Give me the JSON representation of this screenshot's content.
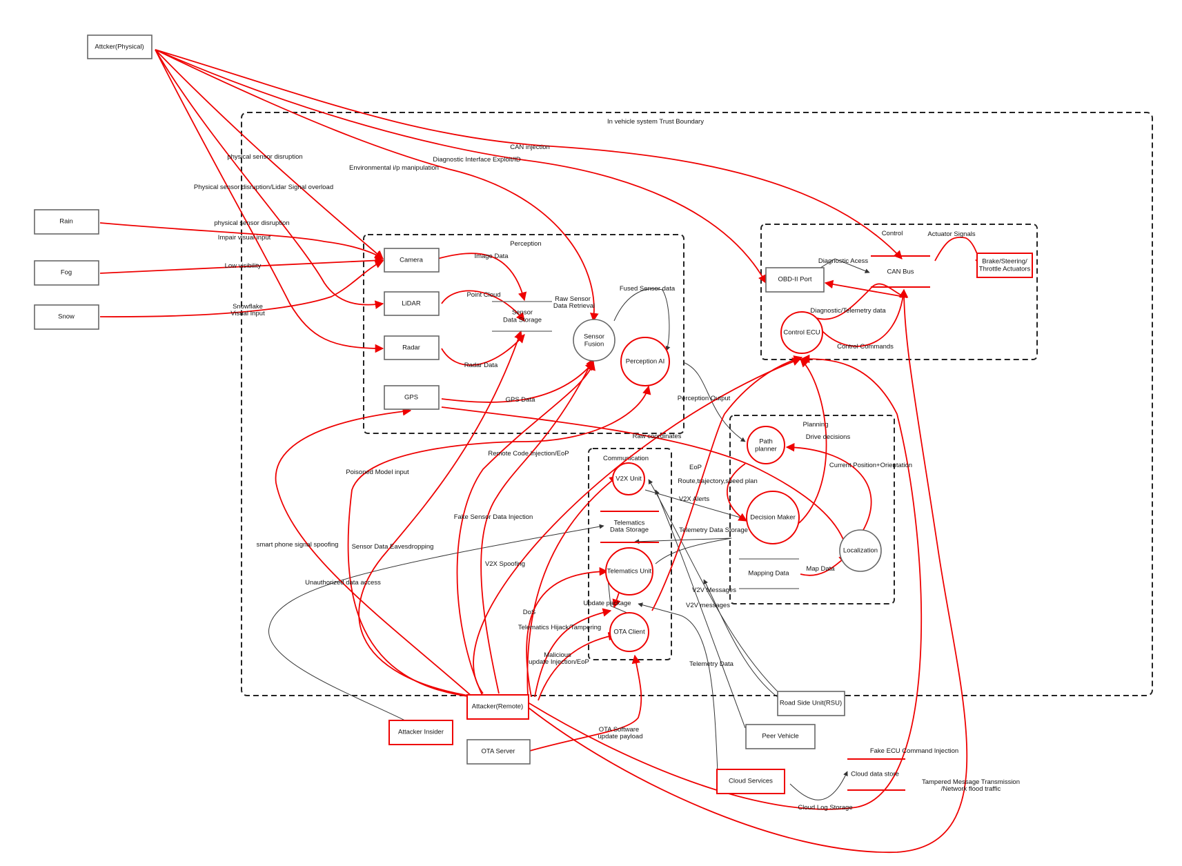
{
  "colors": {
    "threat": "#ee0000",
    "normal": "#333333",
    "boundary": "#222222",
    "node": "#666666"
  },
  "boundaries": {
    "vehicle": "In vehicle system Trust Boundary",
    "perception": "Perception",
    "control": "Control",
    "planning": "Planning",
    "communication": "Communication"
  },
  "nodes": {
    "attacker_physical": "Attcker(Physical)",
    "rain": "Rain",
    "fog": "Fog",
    "snow": "Snow",
    "camera": "Camera",
    "lidar": "LiDAR",
    "radar": "Radar",
    "gps": "GPS",
    "sensor_storage": [
      "Sensor",
      "Data Storage"
    ],
    "sensor_fusion": [
      "Sensor",
      "Fusion"
    ],
    "perception_ai": "Perception AI",
    "obd_port": "OBD-II Port",
    "can_bus": "CAN Bus",
    "control_ecu": "Control ECU",
    "actuators": [
      "Brake/Steering/",
      "Throttle Actuators"
    ],
    "path_planner": [
      "Path",
      "planner"
    ],
    "decision_maker": "Decision Maker",
    "localization": "Localization",
    "mapping_data": "Mapping Data",
    "v2x_unit": "V2X Unit",
    "telematics_storage": [
      "Telematics",
      "Data Storage"
    ],
    "telematics_unit": "Telematics Unit",
    "ota_client": "OTA Client",
    "attacker_remote": "Attacker(Remote)",
    "attacker_insider": "Attacker Insider",
    "ota_server": "OTA Server",
    "rsu": "Road Side Unit(RSU)",
    "peer_vehicle": "Peer Vehicle",
    "cloud_services": "Cloud Services",
    "cloud_store": "Cloud data store"
  },
  "edges": {
    "can_injection": "CAN injection",
    "diag_exploit": "Diagnostic Interface Exploit/ID",
    "env_manip": "Environmental i/p manipulation",
    "phys_disrupt1": "physical sensor disruption",
    "phys_lidar": "Physical sensor disruption/Lidar Signal overload",
    "phys_disrupt2": "physical sensor disruption",
    "impair": "Impair visual input",
    "low_vis": "Low visibility",
    "snowflake": [
      "Snowflake",
      "Visual Input"
    ],
    "image_data": "Image Data",
    "point_cloud": "Point Cloud",
    "radar_data": "Radar Data",
    "raw_retrieval": [
      "Raw Sensor",
      "Data Retrieval"
    ],
    "gps_data": "GPS Data",
    "fused": "Fused Sensor data",
    "perception_output": "Perception Output",
    "raw_coords": "Raw coordinates",
    "actuator_signals": "Actuator Signals",
    "diag_access": "Diagnostic Acess",
    "diag_telemetry": "Diagnostic/Telemetry data",
    "control_commands": "Control Commands",
    "drive_decisions": "Drive decisions",
    "current_pos": "Current Position+Orientation",
    "eop": "EoP",
    "route_plan": "Route,trajectory,speed plan",
    "v2x_alerts": "V2X Alerts",
    "telemetry_storage": "Telemetry Data Storage",
    "map_data": "Map Data",
    "v2v_messages1": "V2V Messages",
    "v2v_messages2": "V2V messages",
    "telemetry_data": "Telemetry Data",
    "update_package": "Update package",
    "remote_code": "Remote Code Injection/EoP",
    "poisoned": "Poisoned Model input",
    "fake_sensor": "Fake Sensor Data Injection",
    "smartphone": "smart phone signal spoofing",
    "eavesdrop": "Sensor Data Eavesdropping",
    "unauth": "Unauthorized data access",
    "v2x_spoof": "V2X Spoofing",
    "dos": "DoS",
    "telematics_hijack": "Telematics Hijack/Tampering",
    "malicious_update": [
      "Malicious",
      "update Injection/EoP"
    ],
    "ota_payload": [
      "OTA Software",
      "update payload"
    ],
    "fake_ecu": "Fake ECU Command Injection",
    "tampered": [
      "Tampered Message Transmission",
      "/Network flood traffic"
    ],
    "cloud_log": "Cloud Log Storage"
  }
}
